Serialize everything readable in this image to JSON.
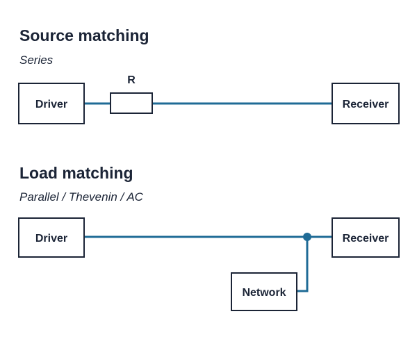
{
  "source_section": {
    "title": "Source matching",
    "subtitle": "Series",
    "driver_label": "Driver",
    "resistor_label": "R",
    "receiver_label": "Receiver"
  },
  "load_section": {
    "title": "Load matching",
    "subtitle": "Parallel / Thevenin / AC",
    "driver_label": "Driver",
    "receiver_label": "Receiver",
    "network_label": "Network"
  },
  "colors": {
    "wire": "#1f6b96",
    "text": "#1b2436",
    "background": "#ffffff"
  }
}
